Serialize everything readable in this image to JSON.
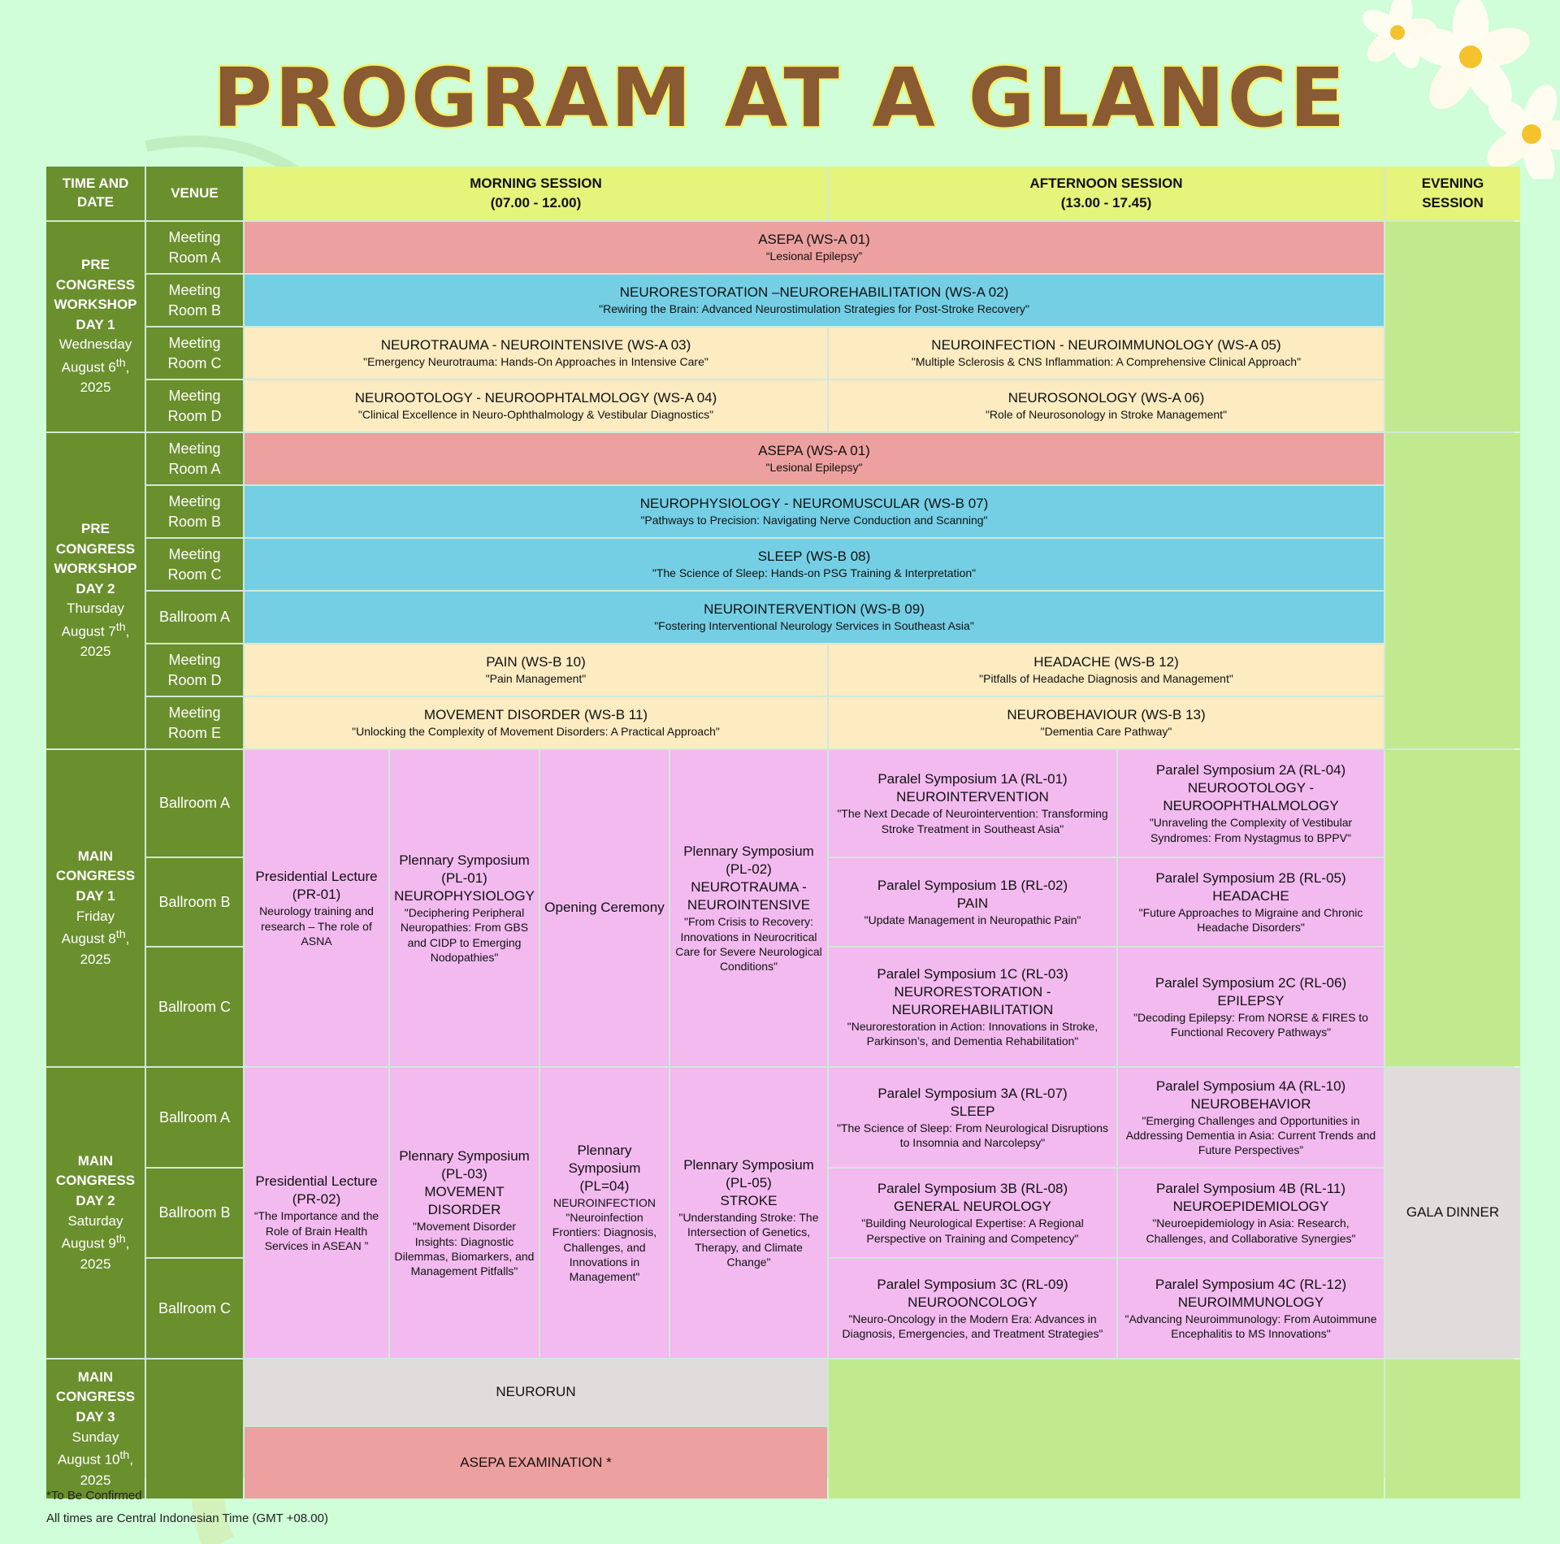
{
  "title": "PROGRAM AT A GLANCE",
  "header": {
    "time_date": "TIME AND DATE",
    "venue": "VENUE",
    "morning": "MORNING SESSION",
    "morning_time": "(07.00 - 12.00)",
    "afternoon": "AFTERNOON SESSION",
    "afternoon_time": "(13.00 - 17.45)",
    "evening": "EVENING SESSION"
  },
  "days": {
    "d1": {
      "l1": "PRE",
      "l2": "CONGRESS",
      "l3": "WORKSHOP",
      "l4": "DAY 1",
      "weekday": "Wednesday",
      "date": "August 6",
      "sup": "th",
      "comma": ",",
      "year": "2025"
    },
    "d2": {
      "l1": "PRE",
      "l2": "CONGRESS",
      "l3": "WORKSHOP",
      "l4": "DAY 2",
      "weekday": "Thursday",
      "date": "August 7",
      "sup": "th",
      "comma": ",",
      "year": "2025"
    },
    "d3": {
      "l1": "MAIN",
      "l2": "CONGRESS",
      "l3": "DAY 1",
      "weekday": "Friday",
      "date": "August 8",
      "sup": "th",
      "comma": ",",
      "year": "2025"
    },
    "d4": {
      "l1": "MAIN",
      "l2": "CONGRESS",
      "l3": "DAY 2",
      "weekday": "Saturday",
      "date": "August 9",
      "sup": "th",
      "comma": ",",
      "year": "2025"
    },
    "d5": {
      "l1": "MAIN",
      "l2": "CONGRESS",
      "l3": "DAY 3",
      "weekday": "Sunday",
      "date": "August 10",
      "sup": "th",
      "comma": ",",
      "year": "2025"
    }
  },
  "venues": {
    "mra": [
      "Meeting",
      "Room A"
    ],
    "mrb": [
      "Meeting",
      "Room B"
    ],
    "mrc": [
      "Meeting",
      "Room C"
    ],
    "mrd": [
      "Meeting",
      "Room D"
    ],
    "mre": [
      "Meeting",
      "Room E"
    ],
    "ballroom_a": "Ballroom A",
    "ballroom_b": "Ballroom B",
    "ballroom_c": "Ballroom C"
  },
  "sessions": {
    "s1": {
      "t": "ASEPA (WS-A 01)",
      "d": "“Lesional Epilepsy”"
    },
    "s2": {
      "t": "NEURORESTORATION –NEUROREHABILITATION (WS-A 02)",
      "d": "\"Rewiring the Brain: Advanced Neurostimulation Strategies for Post-Stroke Recovery\""
    },
    "s3": {
      "t": "NEUROTRAUMA - NEUROINTENSIVE (WS-A 03)",
      "d": "\"Emergency Neurotrauma: Hands-On Approaches in Intensive Care\""
    },
    "s4": {
      "t": "NEUROINFECTION - NEUROIMMUNOLOGY (WS-A 05)",
      "d": "\"Multiple Sclerosis & CNS Inflammation: A Comprehensive Clinical Approach\""
    },
    "s5": {
      "t": "NEUROOTOLOGY - NEUROOPHTALMOLOGY (WS-A 04)",
      "d": "\"Clinical Excellence in Neuro-Ophthalmology & Vestibular Diagnostics\""
    },
    "s6": {
      "t": "NEUROSONOLOGY (WS-A 06)",
      "d": "\"Role  of Neurosonology in Stroke Management\""
    },
    "s7": {
      "t": "ASEPA (WS-A 01)",
      "d": "\"Lesional Epilepsy\""
    },
    "s8": {
      "t": "NEUROPHYSIOLOGY - NEUROMUSCULAR (WS-B 07)",
      "d": "\"Pathways to Precision: Navigating Nerve Conduction and Scanning\""
    },
    "s9": {
      "t": "SLEEP (WS-B 08)",
      "d": "\"The Science of Sleep: Hands-on PSG Training & Interpretation\""
    },
    "s10": {
      "t": "NEUROINTERVENTION (WS-B 09)",
      "d": "\"Fostering Interventional Neurology Services in Southeast Asia\""
    },
    "s11": {
      "t": "PAIN (WS-B 10)",
      "d": "\"Pain Management\""
    },
    "s12": {
      "t": "HEADACHE (WS-B 12)",
      "d": "\"Pitfalls of Headache Diagnosis and Management\""
    },
    "s13": {
      "t": "MOVEMENT DISORDER (WS-B 11)",
      "d": "\"Unlocking the Complexity of Movement Disorders: A Practical Approach\""
    },
    "s14": {
      "t": "NEUROBEHAVIOUR (WS-B 13)",
      "d": "\"Dementia Care Pathway\""
    }
  },
  "main1": {
    "pres": {
      "t": "Presidential Lecture (PR-01)",
      "d": "Neurology training and research – The role of ASNA"
    },
    "pl01": {
      "t": "Plennary Symposium (PL-01)",
      "s": "NEUROPHYSIOLOGY",
      "d": "\"Deciphering Peripheral Neuropathies: From GBS and CIDP to Emerging Nodopathies\""
    },
    "opening": "Opening Ceremony",
    "pl02": {
      "t": "Plennary Symposium (PL-02)",
      "s": "NEUROTRAUMA - NEUROINTENSIVE",
      "d": "\"From Crisis to Recovery: Innovations in Neurocritical Care for Severe Neurological Conditions\""
    },
    "rl01": {
      "t": "Paralel Symposium 1A (RL-01)",
      "s": "NEUROINTERVENTION",
      "d": "\"The Next Decade of Neurointervention: Transforming Stroke Treatment in Southeast Asia\""
    },
    "rl04": {
      "t": "Paralel Symposium 2A (RL-04)",
      "s": "NEUROOTOLOGY - NEUROOPHTHALMOLOGY",
      "d": "\"Unraveling the Complexity of Vestibular Syndromes: From Nystagmus to BPPV\""
    },
    "rl02": {
      "t": "Paralel Symposium 1B (RL-02)",
      "s": "PAIN",
      "d": "\"Update Management in Neuropathic Pain\""
    },
    "rl05": {
      "t": "Paralel Symposium 2B (RL-05)",
      "s": "HEADACHE",
      "d": "\"Future Approaches to Migraine and Chronic Headache Disorders\""
    },
    "rl03": {
      "t": "Paralel Symposium 1C (RL-03)",
      "s": "NEURORESTORATION - NEUROREHABILITATION",
      "d": "\"Neurorestoration in Action: Innovations in Stroke, Parkinson’s, and Dementia Rehabilitation\""
    },
    "rl06": {
      "t": "Paralel Symposium 2C (RL-06)",
      "s": "EPILEPSY",
      "d": "\"Decoding Epilepsy: From NORSE & FIRES to Functional Recovery Pathways\""
    }
  },
  "main2": {
    "pres": {
      "t": "Presidential Lecture (PR-02)",
      "d": "“The Importance and the Role of Brain Health Services in ASEAN ”"
    },
    "pl03": {
      "t": "Plennary Symposium (PL-03)",
      "s": "MOVEMENT DISORDER",
      "d": "\"Movement Disorder Insights: Diagnostic Dilemmas, Biomarkers, and Management Pitfalls\""
    },
    "pl04": {
      "t": "Plennary Symposium (PL=04)",
      "s": "NEUROINFECTION",
      "d": "\"Neuroinfection Frontiers: Diagnosis, Challenges, and Innovations in Management\""
    },
    "pl05": {
      "t": "Plennary Symposium (PL-05)",
      "s": "STROKE",
      "d": "\"Understanding Stroke: The Intersection of Genetics, Therapy, and Climate Change\""
    },
    "rl07": {
      "t": "Paralel Symposium 3A (RL-07)",
      "s": "SLEEP",
      "d": "\"The Science of Sleep: From Neurological Disruptions to Insomnia and Narcolepsy\""
    },
    "rl10": {
      "t": "Paralel Symposium 4A (RL-10)",
      "s": "NEUROBEHAVIOR",
      "d": "\"Emerging Challenges and Opportunities in Addressing Dementia in Asia: Current Trends and Future Perspectives”"
    },
    "rl08": {
      "t": "Paralel Symposium 3B (RL-08)",
      "s": "GENERAL NEUROLOGY",
      "d": "\"Building Neurological Expertise: A Regional Perspective on Training and Competency\""
    },
    "rl11": {
      "t": "Paralel Symposium 4B (RL-11)",
      "s": "NEUROEPIDEMIOLOGY",
      "d": "\"Neuroepidemiology in Asia: Research, Challenges, and Collaborative Synergies\""
    },
    "rl09": {
      "t": "Paralel Symposium 3C (RL-09)",
      "s": "NEUROONCOLOGY",
      "d": "\"Neuro-Oncology in the Modern Era: Advances in Diagnosis, Emergencies, and Treatment Strategies\""
    },
    "rl12": {
      "t": "Paralel Symposium 4C (RL-12)",
      "s": "NEUROIMMUNOLOGY",
      "d": "\"Advancing Neuroimmunology: From Autoimmune Encephalitis to MS Innovations\""
    },
    "gala": "GALA DINNER"
  },
  "main3": {
    "neurorun": "NEURORUN",
    "asepa_exam": "ASEPA EXAMINATION *"
  },
  "notes": {
    "tbc": "*To Be Confirmed",
    "timezone": "All times are Central Indonesian Time (GMT +08.00)"
  },
  "colors": {
    "header_green": "#6a8f2d",
    "header_yellow": "#e5f47a",
    "red": "#eca0a0",
    "blue": "#74cfe5",
    "cream": "#fdebc1",
    "pink": "#f2baef",
    "grey": "#e0dcdb",
    "light_green": "#c1ea8e",
    "title_brown": "#8a5a32"
  },
  "icons": {
    "flower": "frangipani-flower-icon"
  }
}
